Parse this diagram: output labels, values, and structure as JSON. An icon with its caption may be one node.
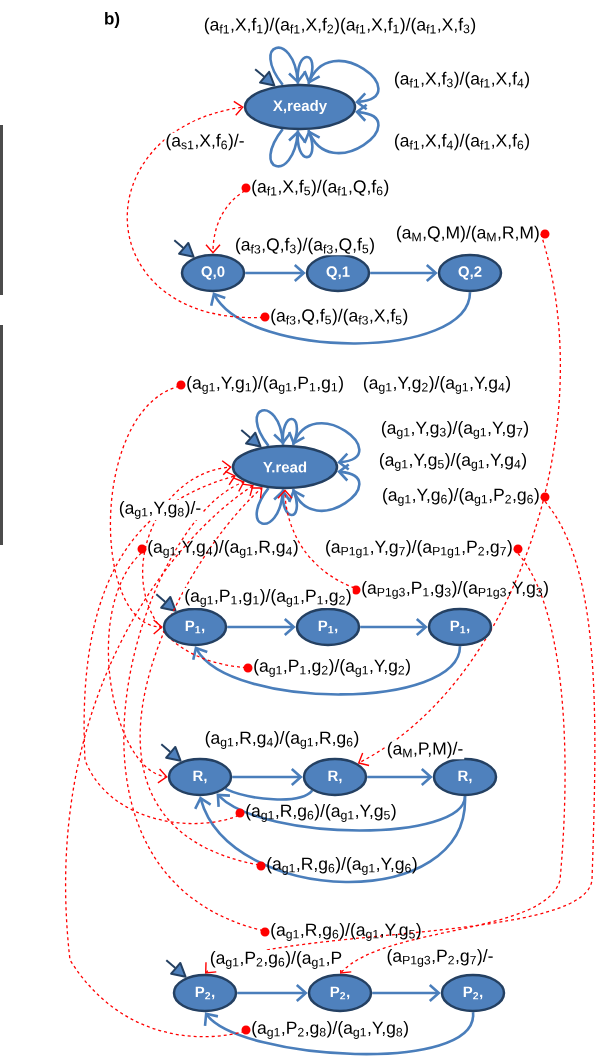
{
  "diagram": {
    "nodes": [
      {
        "text": [
          "X,ready"
        ]
      },
      {
        "text": [
          "Q,0"
        ]
      },
      {
        "text": [
          "Q,1"
        ]
      },
      {
        "text": [
          "Q,2"
        ]
      },
      {
        "text": [
          "Y.read"
        ]
      },
      {
        "text": [
          "P$_{1}$,"
        ]
      },
      {
        "text": [
          "P$_{1}$,"
        ]
      },
      {
        "text": [
          "P$_{1}$,"
        ]
      },
      {
        "text": [
          "R,"
        ]
      },
      {
        "text": [
          "R,"
        ]
      },
      {
        "text": [
          "R,"
        ]
      },
      {
        "text": [
          "P$_{2}$,"
        ]
      },
      {
        "text": [
          "P$_{2}$,"
        ]
      },
      {
        "text": [
          "P$_{2}$,"
        ]
      },
      {
        "text": [
          "(a$_{f1}$,X,f$_{5}$)/(a$_{f1}$,Q,f$_{6}$)"
        ]
      },
      {
        "text": [
          "(a$_{f3}$,Q,f$_{5}$)/(a$_{f3}$,X,f$_{5}$)"
        ]
      },
      {
        "text": [
          "(a$_{M}$,Q,M)/(a$_{M}$,R,M)"
        ]
      },
      {
        "text": [
          "(a$_{g1}$,Y,g$_{1}$)/(a$_{g1}$,P$_{1}$,g$_{1}$)"
        ]
      },
      {
        "text": [
          "(a$_{g1}$,Y,g$_{6}$)/(a$_{g1}$,P$_{2}$,g$_{6}$)"
        ]
      },
      {
        "text": [
          "(a$_{g1}$,Y,g$_{4}$)/(a$_{g1}$,R,g$_{4}$)"
        ]
      },
      {
        "text": [
          "(a$_{P1g1}$,Y,g$_{7}$)/(a$_{P1g1}$,P$_{2}$,g$_{7}$)"
        ]
      },
      {
        "text": [
          "(a$_{P1g3}$,P$_{1}$,g$_{3}$)/(a$_{P1g3}$,Y,g$_{3}$)"
        ]
      },
      {
        "text": [
          "(a$_{g1}$,P$_{1}$,g$_{2}$)/(a$_{g1}$,Y,g$_{2}$)"
        ]
      },
      {
        "text": [
          "(a$_{g1}$,R,g$_{6}$)/(a$_{g1}$,Y,g$_{5}$)"
        ]
      },
      {
        "text": [
          "(a$_{g1}$,R,g$_{6}$)/(a$_{g1}$,Y,g$_{6}$)"
        ]
      },
      {
        "text": [
          "(a$_{g1}$,R,g$_{6}$)/(a$_{g1}$,Y,g$_{5}$)"
        ]
      },
      {
        "text": [
          "(a$_{g1}$,P$_{2}$,g$_{8}$)/(a$_{g1}$,Y,g$_{8}$)"
        ]
      }
    ],
    "edges": [
      {
        "from": 0,
        "to": 0,
        "arrow": "to"
      },
      {
        "from": 0,
        "to": 0,
        "arrow": "to"
      },
      {
        "from": 0,
        "to": 0,
        "arrow": "to"
      },
      {
        "from": 0,
        "to": 0,
        "arrow": "to"
      },
      {
        "from": 0,
        "to": 0,
        "arrow": "to"
      },
      {
        "from": 0,
        "to": 0,
        "arrow": "to"
      },
      {
        "from": 1,
        "to": 2,
        "arrow": "to",
        "label": "(a$_{f3}$,Q,f$_{3}$)/(a$_{f3}$,Q,f$_{5}$)"
      },
      {
        "from": 2,
        "to": 3,
        "arrow": "to"
      },
      {
        "from": 3,
        "to": 1,
        "arrow": "to"
      },
      {
        "from": 4,
        "to": 4,
        "arrow": "to"
      },
      {
        "from": 4,
        "to": 4,
        "arrow": "to"
      },
      {
        "from": 4,
        "to": 4,
        "arrow": "to"
      },
      {
        "from": 4,
        "to": 4,
        "arrow": "to"
      },
      {
        "from": 4,
        "to": 4,
        "arrow": "to"
      },
      {
        "from": 4,
        "to": 4,
        "arrow": "to"
      },
      {
        "from": 5,
        "to": 6,
        "arrow": "to",
        "label": "(a$_{g1}$,P$_{1}$,g$_{1}$)/(a$_{g1}$,P$_{1}$,g$_{2}$)"
      },
      {
        "from": 6,
        "to": 7,
        "arrow": "to"
      },
      {
        "from": 7,
        "to": 5,
        "arrow": "to"
      },
      {
        "from": 8,
        "to": 9,
        "arrow": "to",
        "label": "(a$_{g1}$,R,g$_{4}$)/(a$_{g1}$,R,g$_{6}$)"
      },
      {
        "from": 9,
        "to": 8,
        "arrow": "none"
      },
      {
        "from": 9,
        "to": 10,
        "arrow": "to",
        "label": "(a$_{M}$,P,M)/-"
      },
      {
        "from": 10,
        "to": 8,
        "arrow": "to"
      },
      {
        "from": 10,
        "to": 8,
        "arrow": "to"
      },
      {
        "from": 11,
        "to": 12,
        "arrow": "to",
        "label": "(a$_{g1}$,P$_{2}$,g$_{6}$)/(a$_{g1}$,P"
      },
      {
        "from": 12,
        "to": 13,
        "arrow": "to",
        "label": "(a$_{P1g3}$,P$_{2}$,g$_{7}$)/-"
      },
      {
        "from": 13,
        "to": 11,
        "arrow": "to"
      },
      {
        "from": null,
        "to": 0,
        "arrow": "to"
      },
      {
        "from": null,
        "to": 1,
        "arrow": "to"
      },
      {
        "from": null,
        "to": 4,
        "arrow": "to"
      },
      {
        "from": null,
        "to": 5,
        "arrow": "to"
      },
      {
        "from": null,
        "to": 8,
        "arrow": "to"
      },
      {
        "from": null,
        "to": 11,
        "arrow": "to"
      },
      {
        "from": 14,
        "to": 1,
        "arrow": "to",
        "style": "dashed",
        "color": "#ff0000"
      },
      {
        "from": 15,
        "to": 0,
        "arrow": "to",
        "style": "dashed",
        "color": "#ff0000"
      },
      {
        "from": 16,
        "to": 9,
        "arrow": "to",
        "style": "dashed",
        "color": "#ff0000"
      },
      {
        "from": 17,
        "to": 5,
        "arrow": "to",
        "style": "dashed",
        "color": "#ff0000"
      },
      {
        "from": 18,
        "to": 11,
        "arrow": "to",
        "style": "dashed",
        "color": "#ff0000"
      },
      {
        "from": 19,
        "to": 8,
        "arrow": "to",
        "style": "dashed",
        "color": "#ff0000"
      },
      {
        "from": 20,
        "to": 12,
        "arrow": "to",
        "style": "dashed",
        "color": "#ff0000"
      },
      {
        "from": 21,
        "to": 4,
        "arrow": "to",
        "style": "dashed",
        "color": "#ff0000"
      },
      {
        "from": 22,
        "to": 4,
        "arrow": "to",
        "style": "dashed",
        "color": "#ff0000"
      },
      {
        "from": 23,
        "to": 4,
        "arrow": "to",
        "style": "dashed",
        "color": "#ff0000"
      },
      {
        "from": 24,
        "to": 4,
        "arrow": "to",
        "style": "dashed",
        "color": "#ff0000"
      },
      {
        "from": 25,
        "to": 4,
        "arrow": "to",
        "style": "dashed",
        "color": "#ff0000"
      },
      {
        "from": 26,
        "to": 4,
        "arrow": "to",
        "style": "dashed",
        "color": "#ff0000"
      }
    ],
    "labels": [
      "b)",
      "(a$_{f1}$,X,f$_{1}$)/(a$_{f1}$,X,f$_{2}$)(a$_{f1}$,X,f$_{1}$)/(a$_{f1}$,X,f$_{3}$)",
      "(a$_{f1}$,X,f$_{3}$)/(a$_{f1}$,X,f$_{4}$)",
      "(a$_{s1}$,X,f$_{6}$)/-",
      "(a$_{f1}$,X,f$_{4}$)/(a$_{f1}$,X,f$_{6}$)",
      "(a$_{g1}$,Y,g$_{2}$)/(a$_{g1}$,Y,g$_{4}$)",
      "(a$_{g1}$,Y,g$_{3}$)/(a$_{g1}$,Y,g$_{7}$)",
      "(a$_{g1}$,Y,g$_{5}$)/(a$_{g1}$,Y,g$_{4}$)",
      "(a$_{g1}$,Y,g$_{8}$)/-"
    ]
  }
}
